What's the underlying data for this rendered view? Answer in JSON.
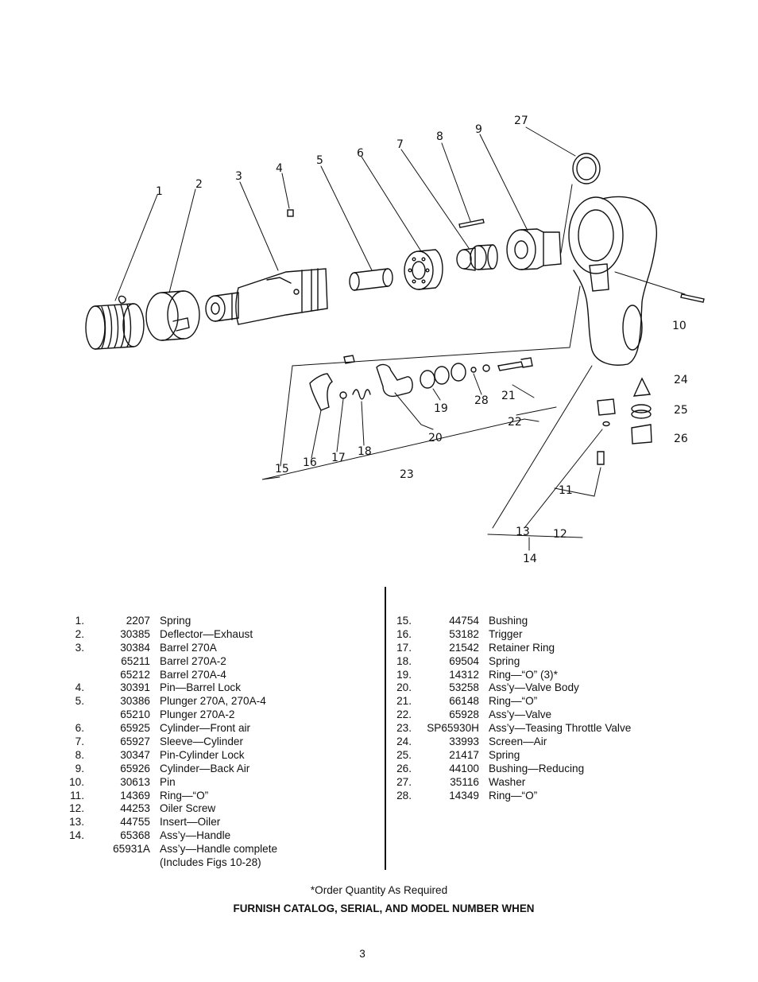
{
  "diagram": {
    "callouts": [
      "1",
      "2",
      "3",
      "4",
      "5",
      "6",
      "7",
      "8",
      "9",
      "10",
      "11",
      "12",
      "13",
      "14",
      "15",
      "16",
      "17",
      "18",
      "19",
      "20",
      "21",
      "22",
      "23",
      "24",
      "25",
      "26",
      "27",
      "28"
    ]
  },
  "parts_left": [
    {
      "num": "1.",
      "part": "2207",
      "desc": "Spring"
    },
    {
      "num": "2.",
      "part": "30385",
      "desc": "Deflector—Exhaust"
    },
    {
      "num": "3.",
      "part": "30384",
      "desc": "Barrel 270A"
    },
    {
      "num": "",
      "part": "65211",
      "desc": "Barrel 270A-2"
    },
    {
      "num": "",
      "part": "65212",
      "desc": "Barrel 270A-4"
    },
    {
      "num": "4.",
      "part": "30391",
      "desc": "Pin—Barrel Lock"
    },
    {
      "num": "5.",
      "part": "30386",
      "desc": "Plunger 270A, 270A-4"
    },
    {
      "num": "",
      "part": "65210",
      "desc": "Plunger 270A-2"
    },
    {
      "num": "6.",
      "part": "65925",
      "desc": "Cylinder—Front air"
    },
    {
      "num": "7.",
      "part": "65927",
      "desc": "Sleeve—Cylinder"
    },
    {
      "num": "8.",
      "part": "30347",
      "desc": "Pin-Cylinder Lock"
    },
    {
      "num": "9.",
      "part": "65926",
      "desc": "Cylinder—Back Air"
    },
    {
      "num": "10.",
      "part": "30613",
      "desc": "Pin"
    },
    {
      "num": "11.",
      "part": "14369",
      "desc": "Ring—“O”"
    },
    {
      "num": "12.",
      "part": "44253",
      "desc": "Oiler Screw"
    },
    {
      "num": "13.",
      "part": "44755",
      "desc": "Insert—Oiler"
    },
    {
      "num": "14.",
      "part": "65368",
      "desc": "Ass’y—Handle"
    },
    {
      "num": "",
      "part": "65931A",
      "desc": "Ass’y—Handle complete"
    },
    {
      "num": "",
      "part": "",
      "desc": "(Includes Figs 10-28)"
    }
  ],
  "parts_right": [
    {
      "num": "15.",
      "part": "44754",
      "desc": "Bushing"
    },
    {
      "num": "16.",
      "part": "53182",
      "desc": "Trigger"
    },
    {
      "num": "17.",
      "part": "21542",
      "desc": "Retainer Ring"
    },
    {
      "num": "18.",
      "part": "69504",
      "desc": "Spring"
    },
    {
      "num": "19.",
      "part": "14312",
      "desc": "Ring—“O” (3)*"
    },
    {
      "num": "20.",
      "part": "53258",
      "desc": "Ass’y—Valve Body"
    },
    {
      "num": "21.",
      "part": "66148",
      "desc": "Ring—“O”"
    },
    {
      "num": "22.",
      "part": "65928",
      "desc": "Ass’y—Valve"
    },
    {
      "num": "23.",
      "part": "SP65930H",
      "desc": "Ass’y—Teasing Throttle Valve"
    },
    {
      "num": "24.",
      "part": "33993",
      "desc": "Screen—Air"
    },
    {
      "num": "25.",
      "part": "21417",
      "desc": "Spring"
    },
    {
      "num": "26.",
      "part": "44100",
      "desc": "Bushing—Reducing"
    },
    {
      "num": "27.",
      "part": "35116",
      "desc": "Washer"
    },
    {
      "num": "28.",
      "part": "14349",
      "desc": "Ring—“O”"
    }
  ],
  "footnote": "*Order Quantity As Required",
  "notice": "FURNISH CATALOG, SERIAL, AND MODEL NUMBER WHEN",
  "page_number": "3"
}
